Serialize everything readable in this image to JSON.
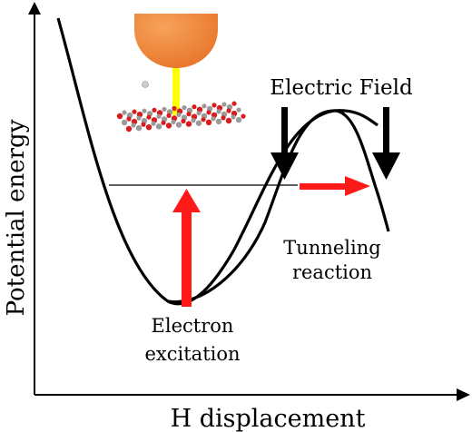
{
  "axes": {
    "xlabel": "H displacement",
    "ylabel": "Potential energy"
  },
  "annotations": {
    "electric_field": "Electric Field",
    "tunneling_line1": "Tunneling",
    "tunneling_line2": "reaction",
    "excitation_line1": "Electron",
    "excitation_line2": "excitation"
  },
  "colors": {
    "tip": "#e8752a",
    "tip_highlight": "#f6a25a",
    "beam": "#ffff00",
    "arrow_red": "#ff1a1a",
    "curve": "#000000",
    "molecule_red": "#d61e1e",
    "molecule_gray": "#9a9a9a"
  }
}
